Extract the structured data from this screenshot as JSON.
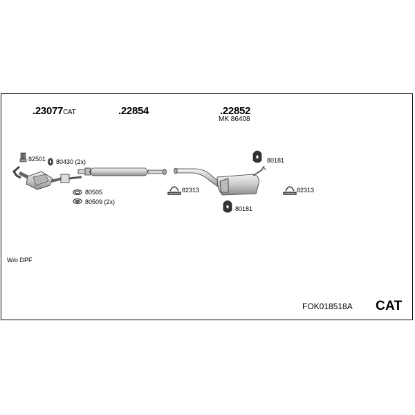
{
  "header": {
    "main_parts": [
      {
        "number": ".23077",
        "suffix": "CAT"
      },
      {
        "number": ".22854",
        "suffix": ""
      },
      {
        "number": ".22852",
        "suffix": ""
      }
    ],
    "mk_label": "MK 86408"
  },
  "callouts": {
    "c82501": "82501",
    "c80430": "80430 (2x)",
    "c80505": "80505",
    "c80509": "80509 (2x)",
    "c82313a": "82313",
    "c80181a": "80181",
    "c80181b": "80181",
    "c82313b": "82313"
  },
  "note": "W/o DPF",
  "footer": {
    "kit_code": "FOK018518A",
    "category": "CAT"
  }
}
